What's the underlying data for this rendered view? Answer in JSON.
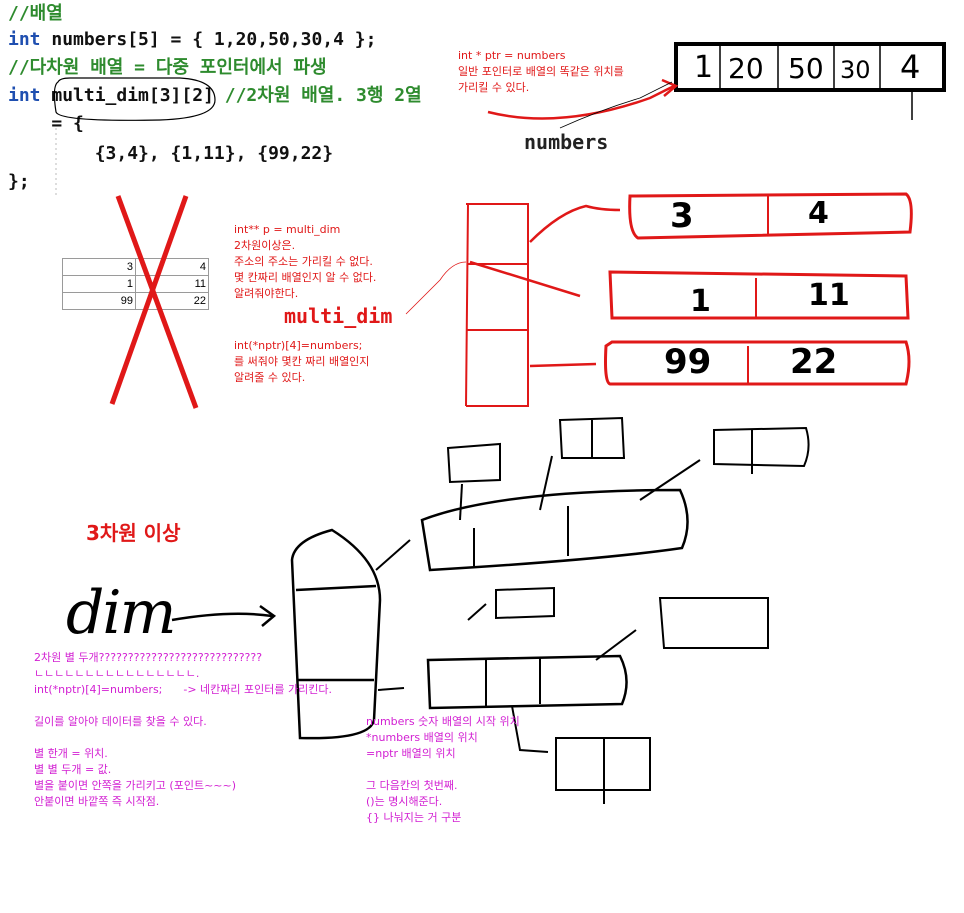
{
  "code": {
    "line1": "//배열",
    "line2_kw": "int",
    "line2_rest": " numbers[5] = { 1,20,50,30,4 };",
    "line3": "//다차원 배열 = 다중 포인터에서 파생",
    "line4_kw": "int",
    "line4_rest": " multi_dim[3][2] ",
    "line4_comment": "//2차원 배열. 3행 2열",
    "line5": "    = {",
    "line6": "        {3,4}, {1,11}, {99,22}",
    "line7": "};"
  },
  "notes": {
    "ptr_note": "int * ptr = numbers\n일반 포인터로 배열의 똑같은 위치를\n가리킬 수 있다.",
    "numbers_label": "numbers",
    "dptr_note": "int** p = multi_dim\n2차원이상은.\n주소의 주소는 가리킬 수 없다.\n몇 칸짜리 배열인지 알 수 없다.\n알려줘야한다.",
    "multi_dim_label": "multi_dim",
    "nptr_note": "int(*nptr)[4]=numbers;\n를 써줘야 몇칸 짜리 배열인지\n알려줄 수 있다.",
    "three_dim_label": "3차원 이상",
    "mag_note_1": "2차원 별 두개????????????????????????????\nㄴㄴㄴㄴㄴㄴㄴㄴㄴㄴㄴㄴㄴㄴㄴㄴ.\nint(*nptr)[4]=numbers;      -> 네칸짜리 포인터를 가리킨다.\n\n길이를 알아야 데이터를 찾을 수 있다.\n\n별 한개 = 위치.\n별 별 두개 = 값.\n별을 붙이면 안쪽을 가리키고 (포인트~~~)\n안붙이면 바깥쪽 즉 시작점.",
    "mag_note_2": "numbers 숫자 배열의 시작 위치\n*numbers 배열의 위치\n=nptr 배열의 위치\n\n그 다음칸의 첫번째.\n()는 명시해준다.\n{} 나눠지는 거 구분"
  },
  "table": {
    "rows": [
      [
        "3",
        "4"
      ],
      [
        "1",
        "11"
      ],
      [
        "99",
        "22"
      ]
    ]
  },
  "numbers_box_values": [
    "1",
    "20",
    "50",
    "30",
    "4"
  ],
  "multi_dim_rows": [
    [
      "3",
      "4"
    ],
    [
      "1",
      "11"
    ],
    [
      "99",
      "22"
    ]
  ],
  "hand_labels": {
    "dim": "dim"
  },
  "colors": {
    "comment_green": "#2e8b2e",
    "keyword_blue": "#1f4fb0",
    "ink_red": "#e01818",
    "ink_magenta": "#d21fd2",
    "ink_black": "#000000"
  }
}
